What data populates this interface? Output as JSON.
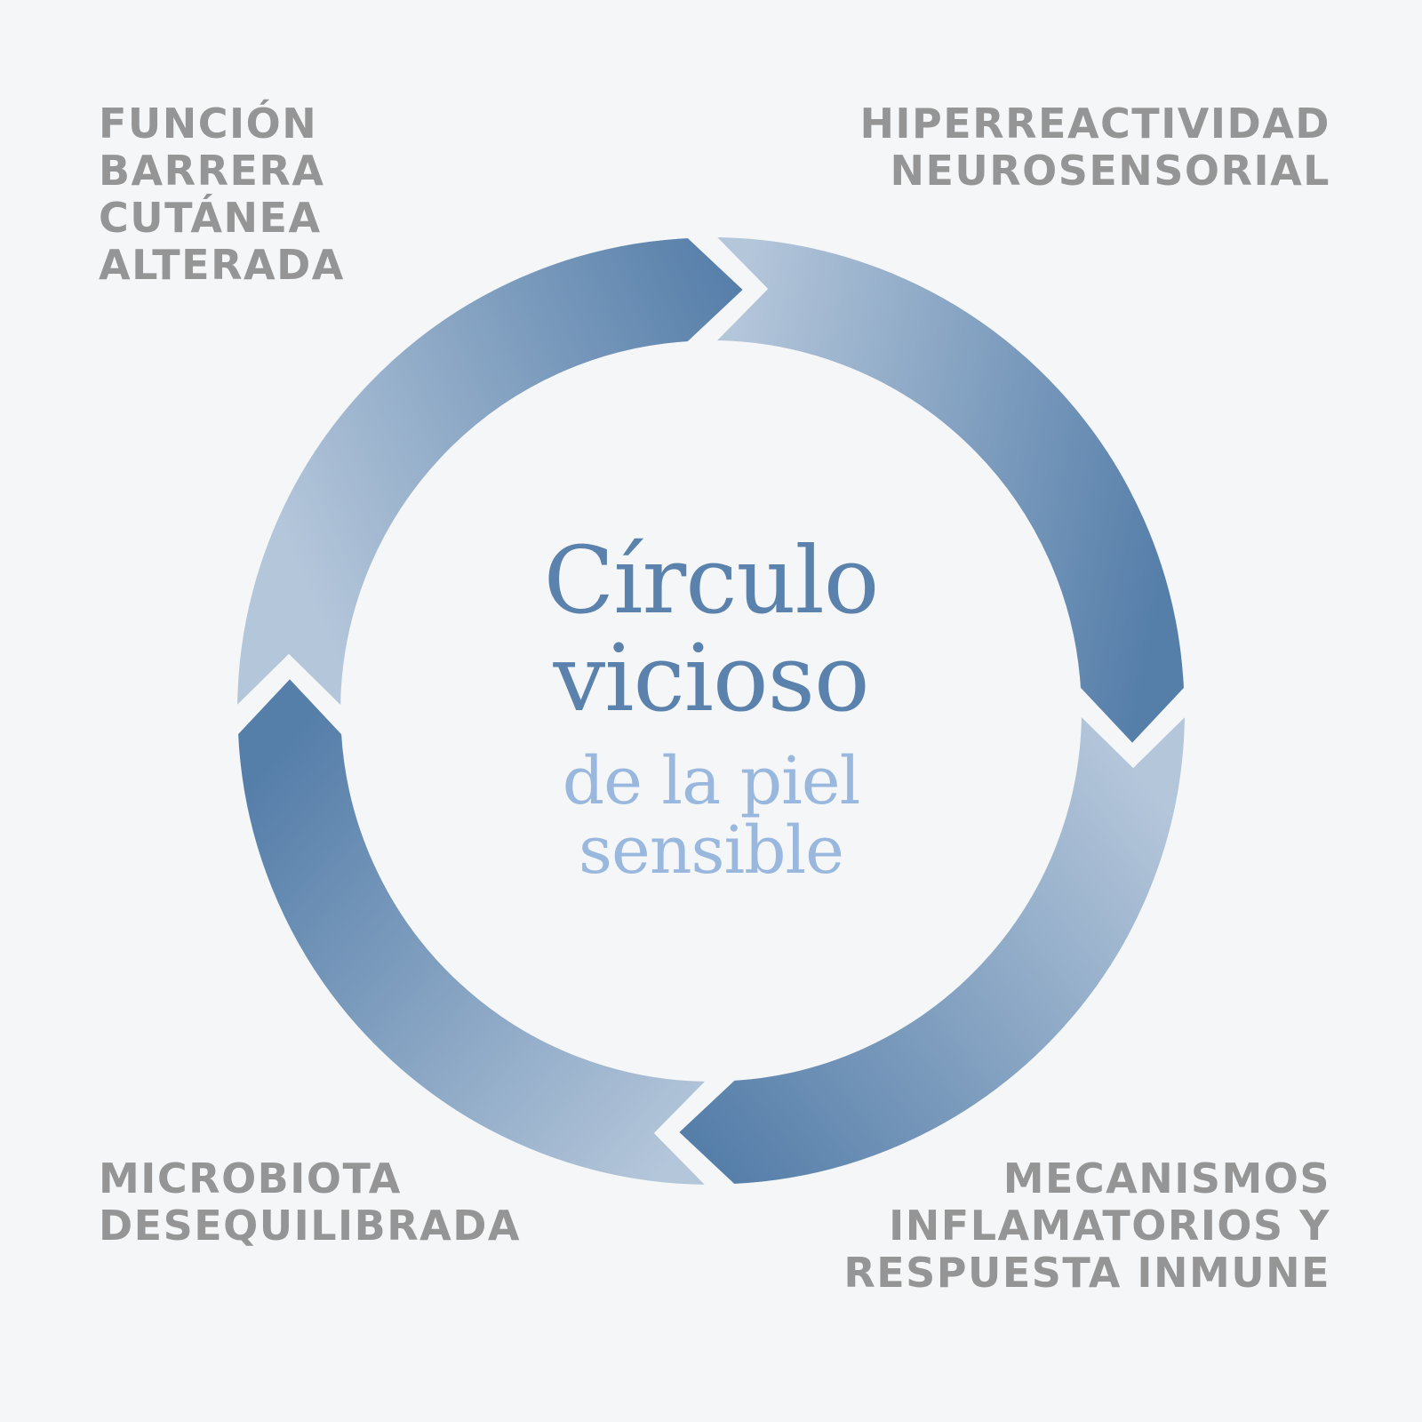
{
  "diagram": {
    "center": {
      "main": "Círculo\nvicioso",
      "sub": "de la piel\nsensible"
    },
    "nodes": {
      "top_left": "FUNCIÓN\nBARRERA\nCUTÁNEA\nALTERADA",
      "top_right": "HIPERREACTIVIDAD\nNEUROSENSORIAL",
      "bottom_right": "MECANISMOS\nINFLAMATORIOS Y\nRESPUESTA INMUNE",
      "bottom_left": "MICROBIOTA\nDESEQUILIBRADA"
    },
    "colors": {
      "background": "#f4f6f8",
      "arrow_light": "#b4c6da",
      "arrow_dark": "#557ea9",
      "label": "#959595",
      "title_dark": "#5a82ac",
      "title_light": "#9ab8de"
    }
  }
}
